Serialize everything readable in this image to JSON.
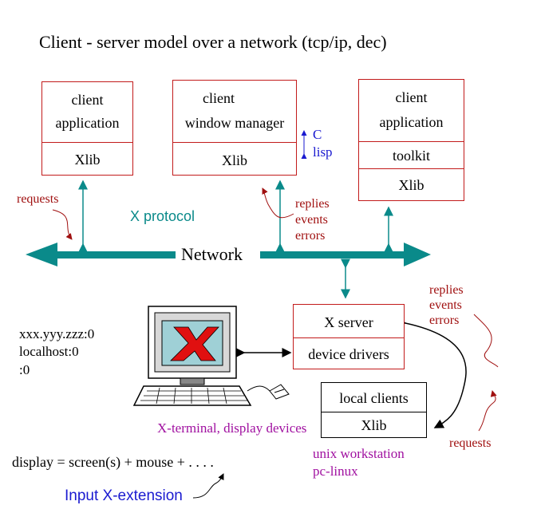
{
  "title": "Client - server  model over a network (tcp/ip, dec)",
  "clients": [
    {
      "lines": [
        "client",
        "application"
      ],
      "lib": "Xlib"
    },
    {
      "lines": [
        "client",
        "window manager"
      ],
      "lib": "Xlib",
      "side_labels": [
        "C",
        "lisp"
      ]
    },
    {
      "lines": [
        "client",
        "application"
      ],
      "toolkit": "toolkit",
      "lib": "Xlib"
    }
  ],
  "labels": {
    "requests_left": "requests",
    "x_protocol": "X protocol",
    "network": "Network",
    "replies_top": [
      "replies",
      "events",
      "errors"
    ],
    "replies_right": [
      "replies",
      "events",
      "errors"
    ],
    "requests_right": "requests",
    "displays": [
      "xxx.yyy.zzz:0",
      "localhost:0",
      ":0"
    ],
    "terminal_caption": "X-terminal, display devices",
    "display_equation": "display = screen(s) + mouse + . . . .",
    "input_extension": "Input X-extension",
    "workstation": [
      "unix workstation",
      "pc-linux"
    ]
  },
  "server": {
    "title": "X server",
    "drivers": "device drivers"
  },
  "local": {
    "title": "local clients",
    "lib": "Xlib"
  },
  "colors": {
    "box_border": "#c21b1b",
    "network": "#0a8a8a",
    "note_red": "#a01010",
    "note_blue": "#1a1ad0",
    "note_purple": "#a010a0",
    "screen_bg": "#9fd0d6",
    "screen_logo": "#e01010"
  }
}
